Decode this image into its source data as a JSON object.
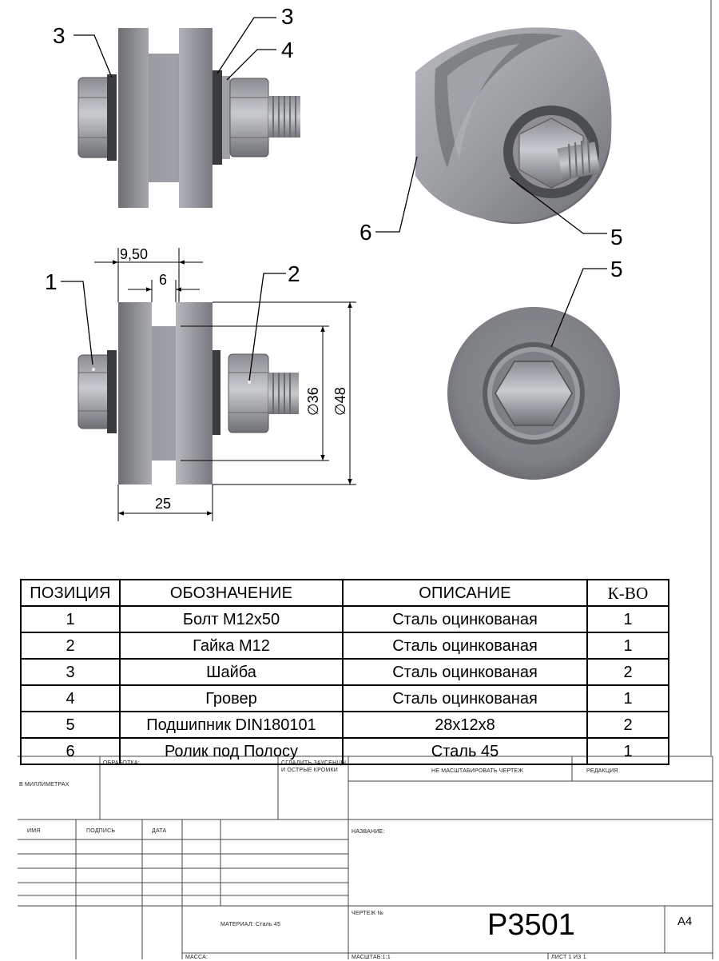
{
  "callouts": [
    "1",
    "2",
    "3",
    "3",
    "4",
    "5",
    "5",
    "6"
  ],
  "dimensions": {
    "rim_width": "9,50",
    "groove_width": "6",
    "inner_diameter": "∅36",
    "outer_diameter": "∅48",
    "total_width": "25"
  },
  "bom": {
    "headers": [
      "ПОЗИЦИЯ",
      "ОБОЗНАЧЕНИЕ",
      "ОПИСАНИЕ",
      "К-ВО"
    ],
    "rows": [
      [
        "1",
        "Болт М12х50",
        "Сталь оцинкованая",
        "1"
      ],
      [
        "2",
        "Гайка М12",
        "Сталь оцинкованая",
        "1"
      ],
      [
        "3",
        "Шайба",
        "Сталь оцинкованая",
        "2"
      ],
      [
        "4",
        "Гровер",
        "Сталь оцинкованая",
        "1"
      ],
      [
        "5",
        "Подшипник DIN180101",
        "28х12х8",
        "2"
      ],
      [
        "6",
        "Ролик под Полосу",
        "Сталь 45",
        "1"
      ]
    ]
  },
  "title_block": {
    "units": "В МИЛЛИМЕТРАХ",
    "processing": "ОБРАБОТКА:",
    "deburr": "СГЛАДИТЬ ЗАУСЕНЦЫ И ОСТРЫЕ КРОМКИ",
    "no_scale": "НЕ МАСШТАБИРОВАТЬ ЧЕРТЕЖ",
    "revision": "РЕДАКЦИЯ",
    "name_col": "ИМЯ",
    "signature_col": "ПОДПИСЬ",
    "date_col": "ДАТА",
    "title_label": "НАЗВАНИЕ:",
    "material": "МАТЕРИАЛ: Сталь 45",
    "drawing_no_label": "ЧЕРТЕЖ №",
    "drawing_number": "Р3501",
    "sheet_size": "А4",
    "mass": "МАССА:",
    "scale": "МАСШТАБ:1:1",
    "sheet": "ЛИСТ 1 ИЗ 1"
  }
}
